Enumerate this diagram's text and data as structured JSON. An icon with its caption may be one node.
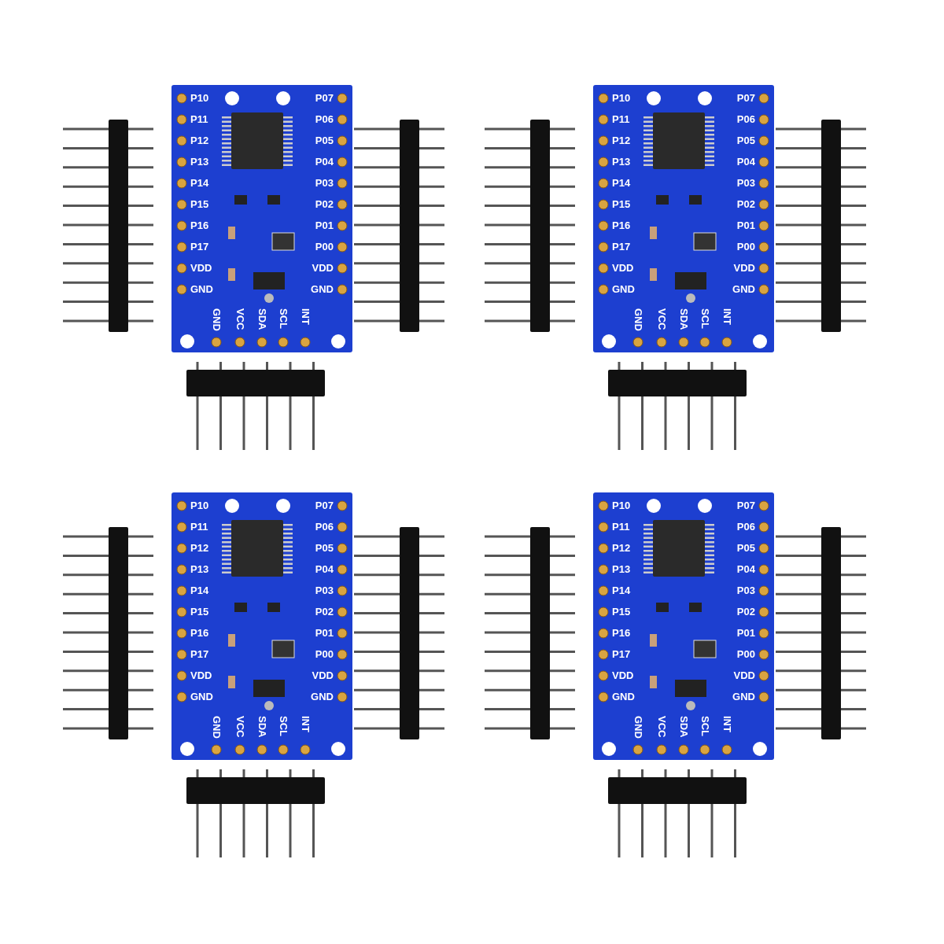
{
  "diagram": {
    "nodes": [
      {
        "text": [
          "P10",
          "P11",
          "P12",
          "P13",
          "P14",
          "P15",
          "P16",
          "P17",
          "VDD",
          "GND",
          "P07",
          "P06",
          "P05",
          "P04",
          "P03",
          "P02",
          "P01",
          "P00",
          "VDD",
          "GND",
          "GND",
          "VCC",
          "SDA",
          "SCL",
          "INT"
        ]
      },
      {
        "text": [
          "P10",
          "P11",
          "P12",
          "P13",
          "P14",
          "P15",
          "P16",
          "P17",
          "VDD",
          "GND",
          "P07",
          "P06",
          "P05",
          "P04",
          "P03",
          "P02",
          "P01",
          "P00",
          "VDD",
          "GND",
          "GND",
          "VCC",
          "SDA",
          "SCL",
          "INT"
        ]
      },
      {
        "text": [
          "P10",
          "P11",
          "P12",
          "P13",
          "P14",
          "P15",
          "P16",
          "P17",
          "VDD",
          "GND",
          "P07",
          "P06",
          "P05",
          "P04",
          "P03",
          "P02",
          "P01",
          "P00",
          "VDD",
          "GND",
          "GND",
          "VCC",
          "SDA",
          "SCL",
          "INT"
        ]
      },
      {
        "text": [
          "P10",
          "P11",
          "P12",
          "P13",
          "P14",
          "P15",
          "P16",
          "P17",
          "VDD",
          "GND",
          "P07",
          "P06",
          "P05",
          "P04",
          "P03",
          "P02",
          "P01",
          "P00",
          "VDD",
          "GND",
          "GND",
          "VCC",
          "SDA",
          "SCL",
          "INT"
        ]
      }
    ]
  }
}
